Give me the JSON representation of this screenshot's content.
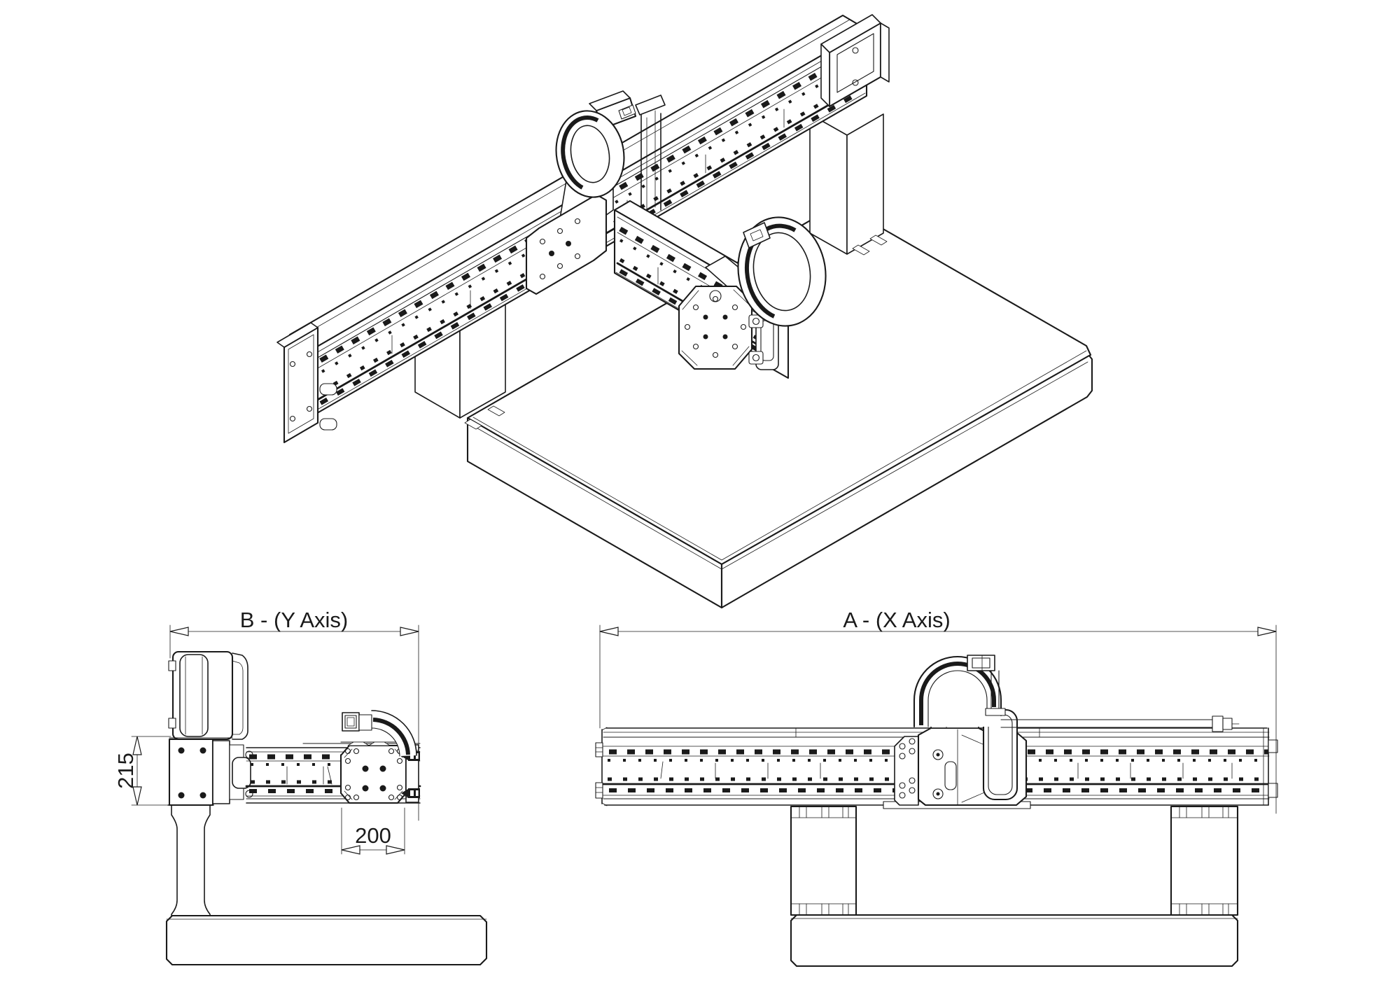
{
  "drawing": {
    "background": "#ffffff",
    "ink": "#1a1a1a",
    "isometric_view": {
      "name": "XY gantry stage mounted on base plate"
    },
    "y_axis_view": {
      "title": "B - (Y Axis)",
      "height_dimension": "215",
      "carriage_width_dimension": "200"
    },
    "x_axis_view": {
      "title": "A - (X Axis)"
    }
  }
}
